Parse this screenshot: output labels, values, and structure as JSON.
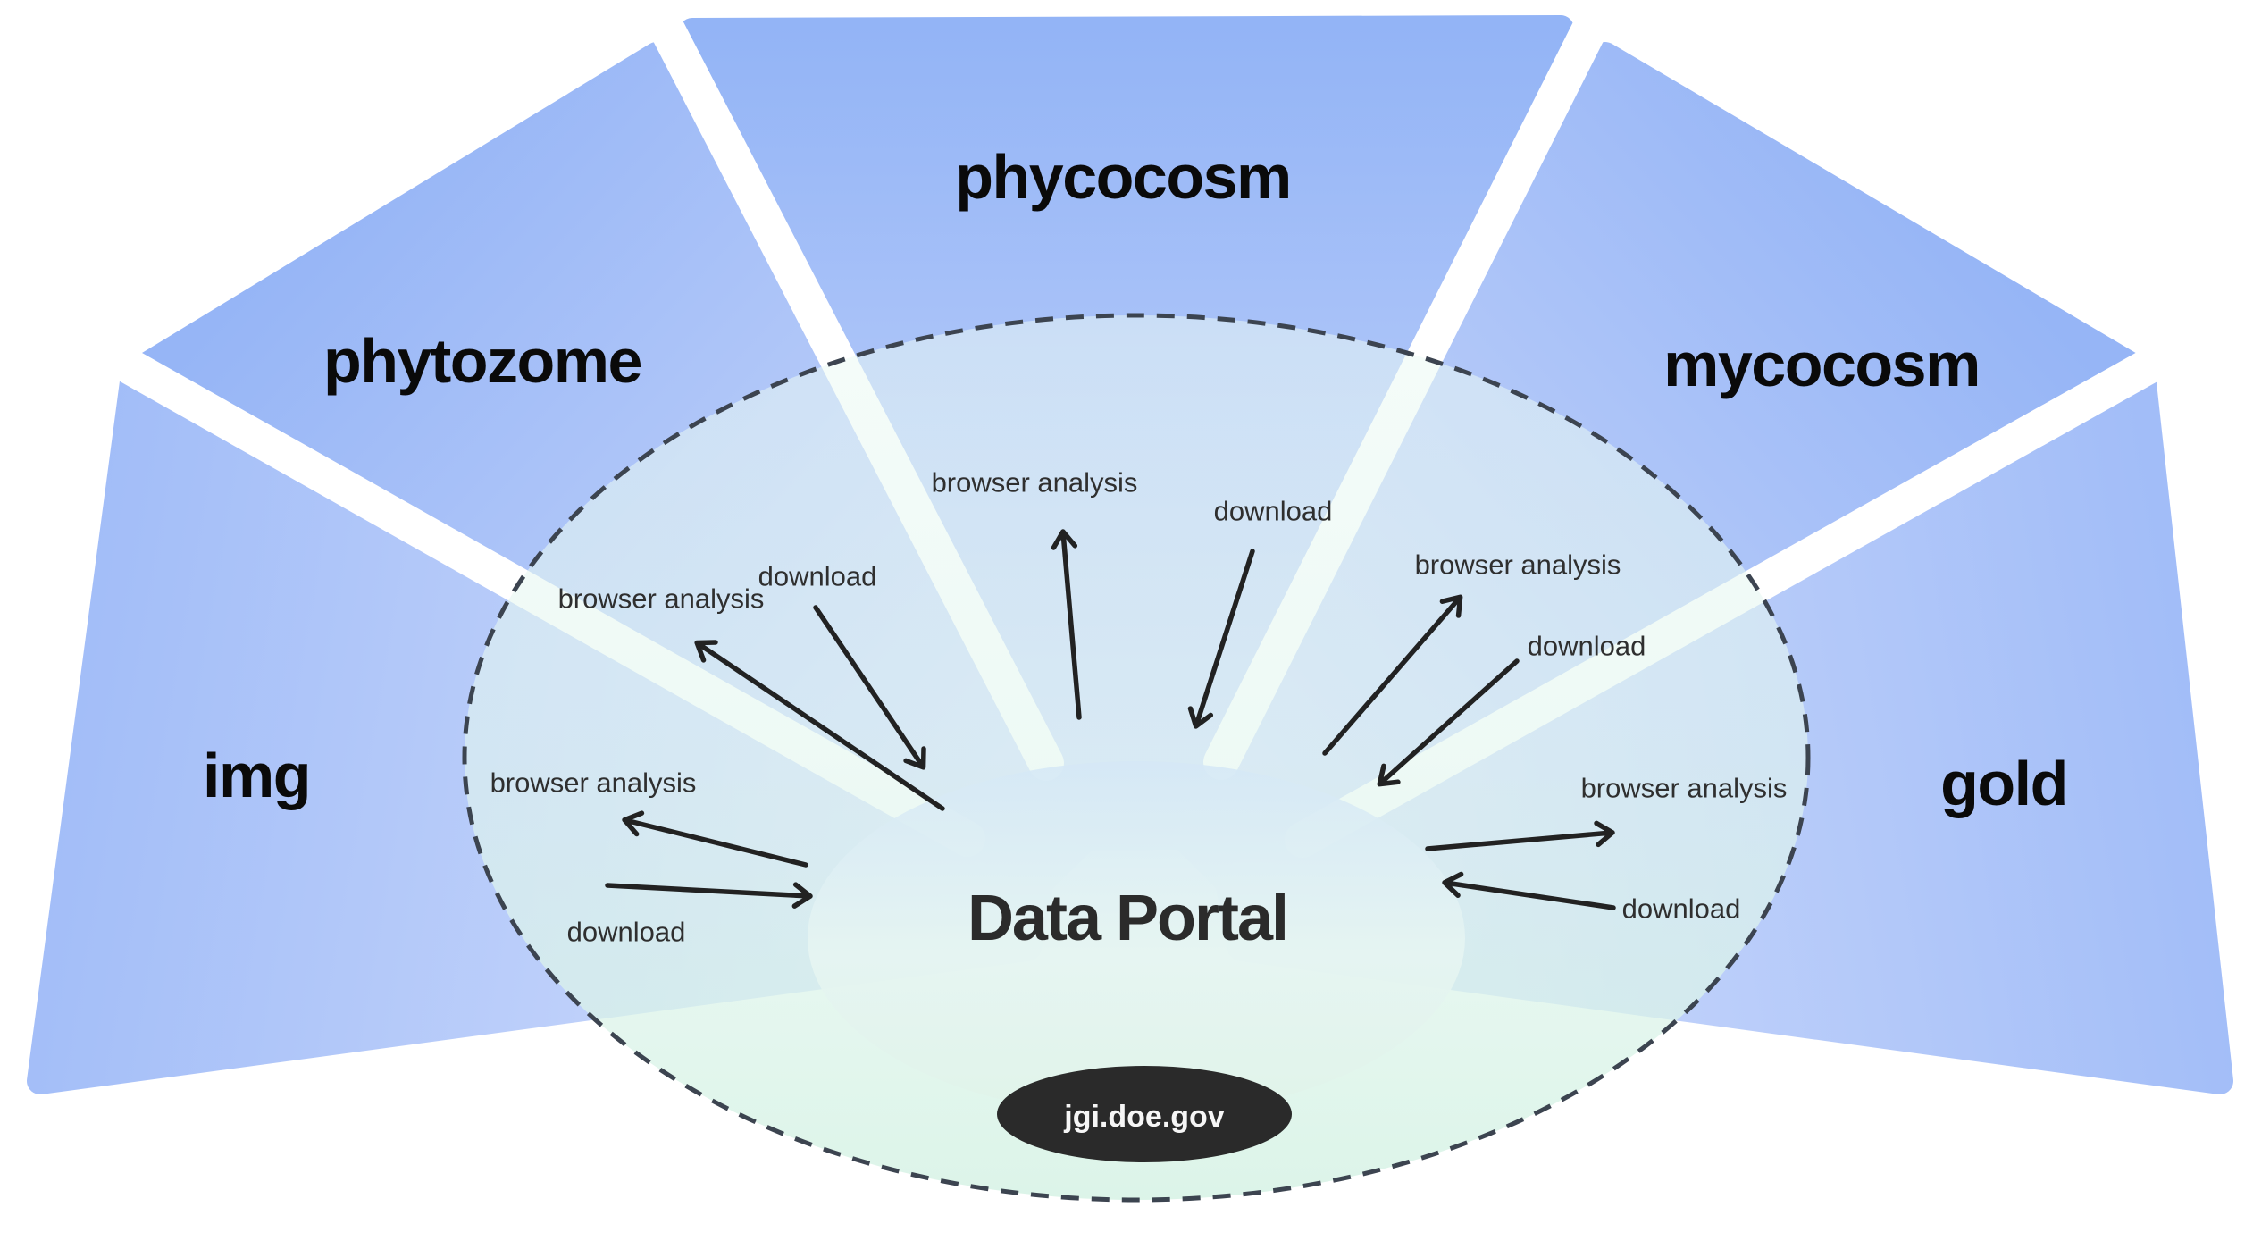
{
  "diagram": {
    "center_label": "Data Portal",
    "site_label": "jgi.doe.gov",
    "flow_labels": {
      "browser_analysis": "browser analysis",
      "download": "download"
    },
    "portals": [
      {
        "id": "img",
        "label": "img"
      },
      {
        "id": "phytozome",
        "label": "phytozome"
      },
      {
        "id": "phycocosm",
        "label": "phycocosm"
      },
      {
        "id": "mycocosm",
        "label": "mycocosm"
      },
      {
        "id": "gold",
        "label": "gold"
      }
    ],
    "colors": {
      "wedge_blue": "#96b5f6",
      "wedge_blue_light": "#cfdbfb",
      "interior_top_blue": "#cfe3f8",
      "interior_mint": "#e2f4ea",
      "ray_white": "#ffffff",
      "dashed_border": "#3c4450",
      "arrow_ink": "#222222",
      "badge_fill": "#2a2a2a",
      "badge_text": "#f6f6f6"
    }
  }
}
